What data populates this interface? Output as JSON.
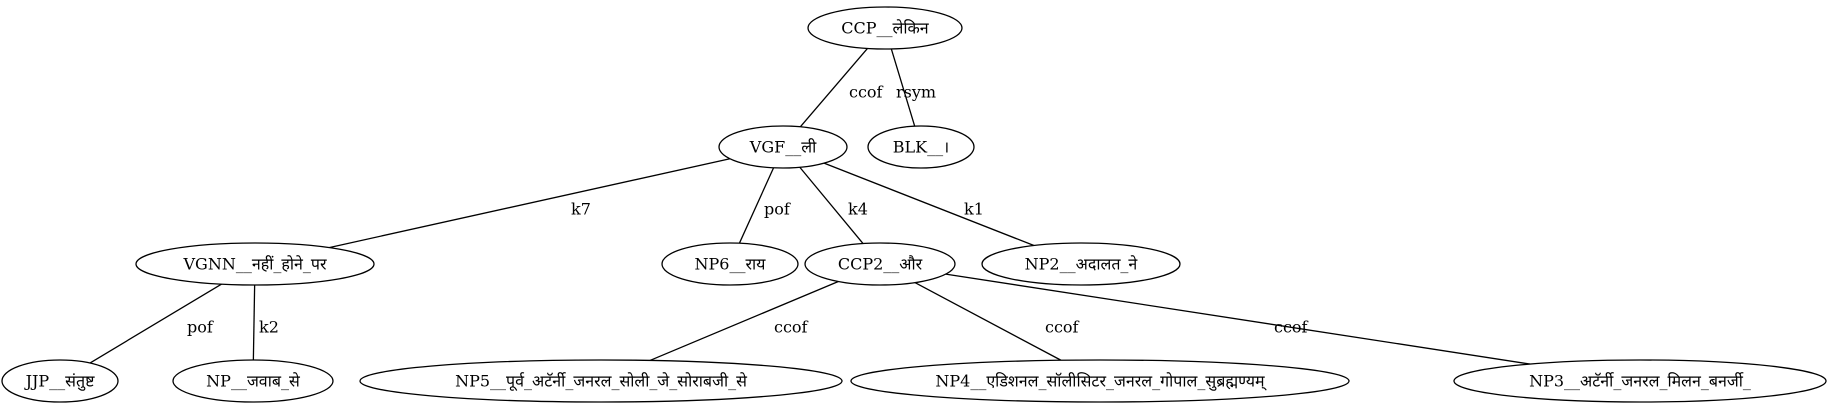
{
  "graph": {
    "nodes": [
      {
        "id": "ccp",
        "label": "CCP__लेकिन"
      },
      {
        "id": "vgf",
        "label": "VGF__ली"
      },
      {
        "id": "blk",
        "label": "BLK__।"
      },
      {
        "id": "vgnn",
        "label": "VGNN__नहीं_होने_पर"
      },
      {
        "id": "np6",
        "label": "NP6__राय"
      },
      {
        "id": "ccp2",
        "label": "CCP2__और"
      },
      {
        "id": "np2",
        "label": "NP2__अदालत_ने"
      },
      {
        "id": "jjp",
        "label": "JJP__संतुष्ट"
      },
      {
        "id": "np",
        "label": "NP__जवाब_से"
      },
      {
        "id": "np5",
        "label": "NP5__पूर्व_अटॅर्नी_जनरल_सोली_जे_सोराबजी_से"
      },
      {
        "id": "np4",
        "label": "NP4__एडिशनल_सॉलीसिटर_जनरल_गोपाल_सुब्रह्मण्यम्"
      },
      {
        "id": "np3",
        "label": "NP3__अटॅर्नी_जनरल_मिलन_बनर्जी_"
      }
    ],
    "edges": [
      {
        "from": "ccp",
        "to": "vgf",
        "label": "ccof"
      },
      {
        "from": "ccp",
        "to": "blk",
        "label": "rsym"
      },
      {
        "from": "vgf",
        "to": "vgnn",
        "label": "k7"
      },
      {
        "from": "vgf",
        "to": "np6",
        "label": "pof"
      },
      {
        "from": "vgf",
        "to": "ccp2",
        "label": "k4"
      },
      {
        "from": "vgf",
        "to": "np2",
        "label": "k1"
      },
      {
        "from": "vgnn",
        "to": "jjp",
        "label": "pof"
      },
      {
        "from": "vgnn",
        "to": "np",
        "label": "k2"
      },
      {
        "from": "ccp2",
        "to": "np5",
        "label": "ccof"
      },
      {
        "from": "ccp2",
        "to": "np4",
        "label": "ccof"
      },
      {
        "from": "ccp2",
        "to": "np3",
        "label": "ccof"
      }
    ]
  }
}
